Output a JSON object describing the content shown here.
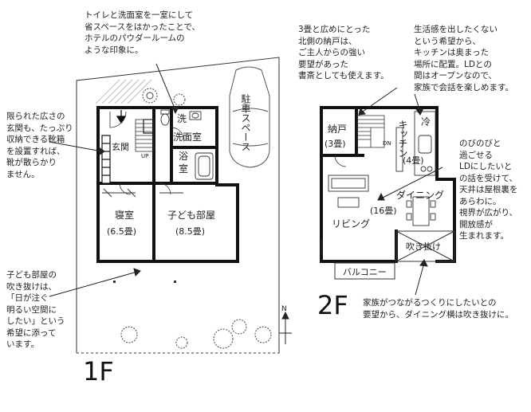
{
  "floors": {
    "first": "1F",
    "second": "2F"
  },
  "rooms_1f": {
    "toilet": "洗",
    "washroom": "洗面室",
    "bath": "浴\n室",
    "entrance": "玄関",
    "up": "UP",
    "bedroom": "寝室",
    "bedroom_size": "(6.5畳)",
    "kids_room": "子ども部屋",
    "kids_room_size": "(8.5畳)",
    "parking": "駐車スペース"
  },
  "rooms_2f": {
    "storage": "納戸",
    "storage_size": "(3畳)",
    "dn": "DN",
    "kitchen": "キッチン",
    "kitchen_size": "(4畳)",
    "fridge": "冷",
    "dining": "ダイニング",
    "ld_size": "(16畳)",
    "living": "リビング",
    "void": "吹き抜け",
    "balcony": "バルコニー"
  },
  "compass": {
    "north": "N"
  },
  "notes": {
    "toilet_note": "トイレと洗面室を一室にして\n省スペースをはかったことで、\nホテルのパウダールームの\nような印象に。",
    "storage_note": "3畳と広めにとった\n北側の納戸は、\nご主人からの強い\n要望があった\n書斎としても使えます。",
    "kitchen_note": "生活感を出したくない\nという希望から、\nキッチンは奥まった\n場所に配置。LDとの\n間はオープンなので、\n家族で会話を楽しめます。",
    "entrance_note": "限られた広さの\n玄関も、たっぷり\n収納できる靴箱\nを設置すれば、\n靴が散らかり\nません。",
    "ceiling_note": "のびのびと\n過ごせる\nLDにしたいと\nの話を受けて、\n天井は屋根裏を\nあらわに。\n視界が広がり、\n開放感が\n生まれます。",
    "kids_note": "子ども部屋の\n吹き抜けは、\n「日が注ぐ\n明るい空間に\nしたい」という\n希望に添って\nいます。",
    "void_note": "家族がつながるつくりにしたいとの\n要望から、ダイニング横は吹き抜けに。"
  }
}
